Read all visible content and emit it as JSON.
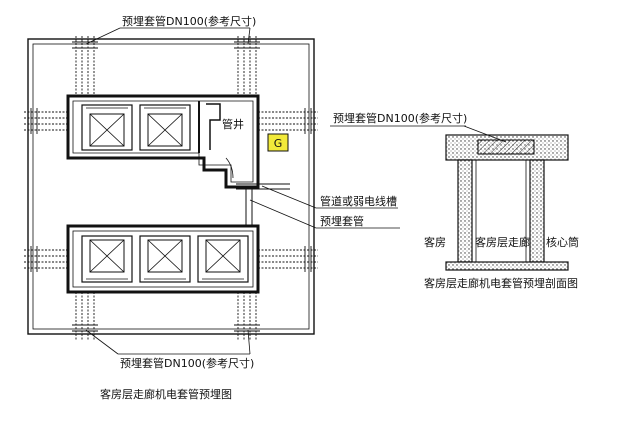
{
  "plan": {
    "label_top": "预埋套管DN100(参考尺寸)",
    "label_bottom": "预埋套管DN100(参考尺寸)",
    "shaft_label": "管井",
    "g_marker": "G",
    "label_duct": "管道或弱电线槽",
    "label_sleeve": "预埋套管",
    "caption": "客房层走廊机电套管预埋图"
  },
  "section": {
    "label_top": "预埋套管DN100(参考尺寸)",
    "label_room": "客房",
    "label_corridor": "客房层走廊",
    "label_core": "核心筒",
    "caption": "客房层走廊机电套管预埋剖面图"
  },
  "colors": {
    "line": "#111111",
    "hatch": "#444444",
    "marker_fill": "#f2ea3a"
  }
}
